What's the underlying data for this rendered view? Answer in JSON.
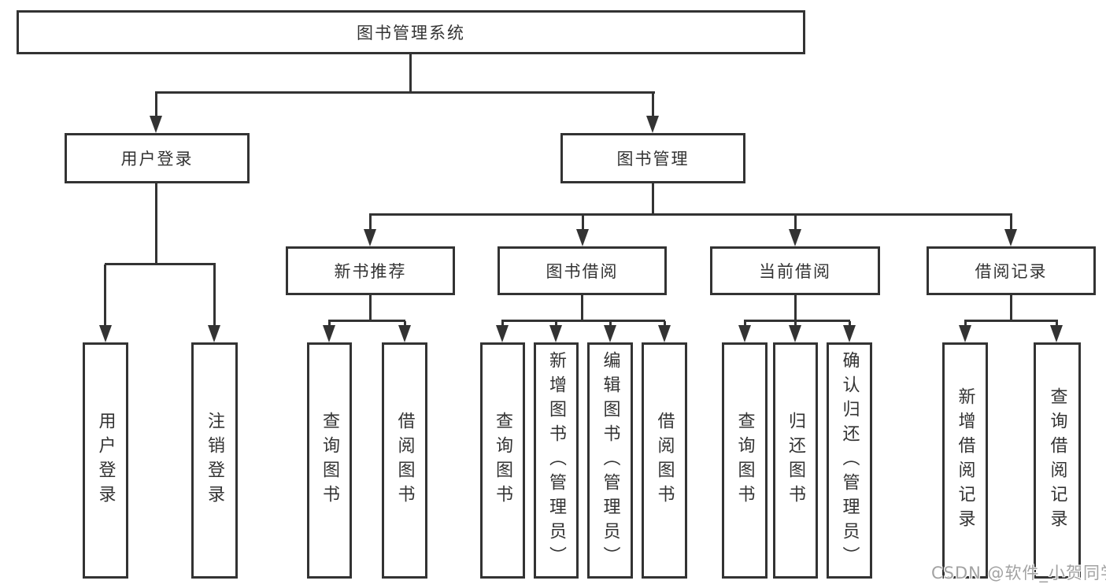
{
  "colors": {
    "line": "#333333",
    "box_background": "#ffffff",
    "text": "#333333",
    "watermark": "#a2a2a2"
  },
  "diagram": {
    "title": "图书管理系统",
    "level2": [
      {
        "label": "用户登录"
      },
      {
        "label": "图书管理"
      }
    ],
    "level3": [
      {
        "label": "新书推荐"
      },
      {
        "label": "图书借阅"
      },
      {
        "label": "当前借阅"
      },
      {
        "label": "借阅记录"
      }
    ],
    "leaves": [
      {
        "label": "用户登录"
      },
      {
        "label": "注销登录"
      },
      {
        "label": "查询图书"
      },
      {
        "label": "借阅图书"
      },
      {
        "label": "查询图书"
      },
      {
        "label": "新增图书（管理员）"
      },
      {
        "label": "编辑图书（管理员）"
      },
      {
        "label": "借阅图书"
      },
      {
        "label": "查询图书"
      },
      {
        "label": "归还图书"
      },
      {
        "label": "确认归还（管理员）"
      },
      {
        "label": "新增借阅记录"
      },
      {
        "label": "查询借阅记录"
      }
    ]
  },
  "watermark": {
    "text": "CSDN @软件_小贺同学"
  }
}
